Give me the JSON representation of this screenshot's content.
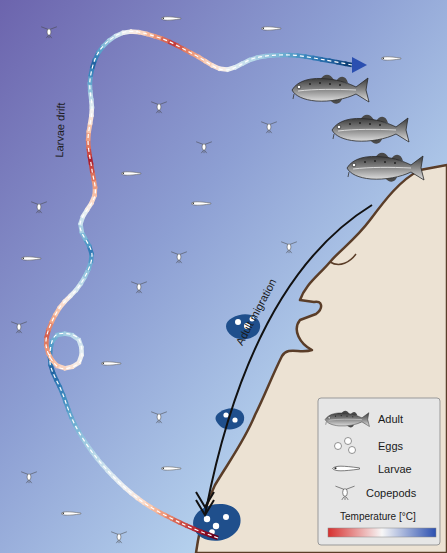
{
  "diagram": {
    "labels": [
      "Larvae drift",
      "Adult migration"
    ],
    "legend": [
      {
        "text": "Adult"
      },
      {
        "text": "Eggs"
      },
      {
        "text": "Larvae"
      },
      {
        "text": "Copepods"
      },
      {
        "text": "Temperature [°C]"
      }
    ]
  }
}
